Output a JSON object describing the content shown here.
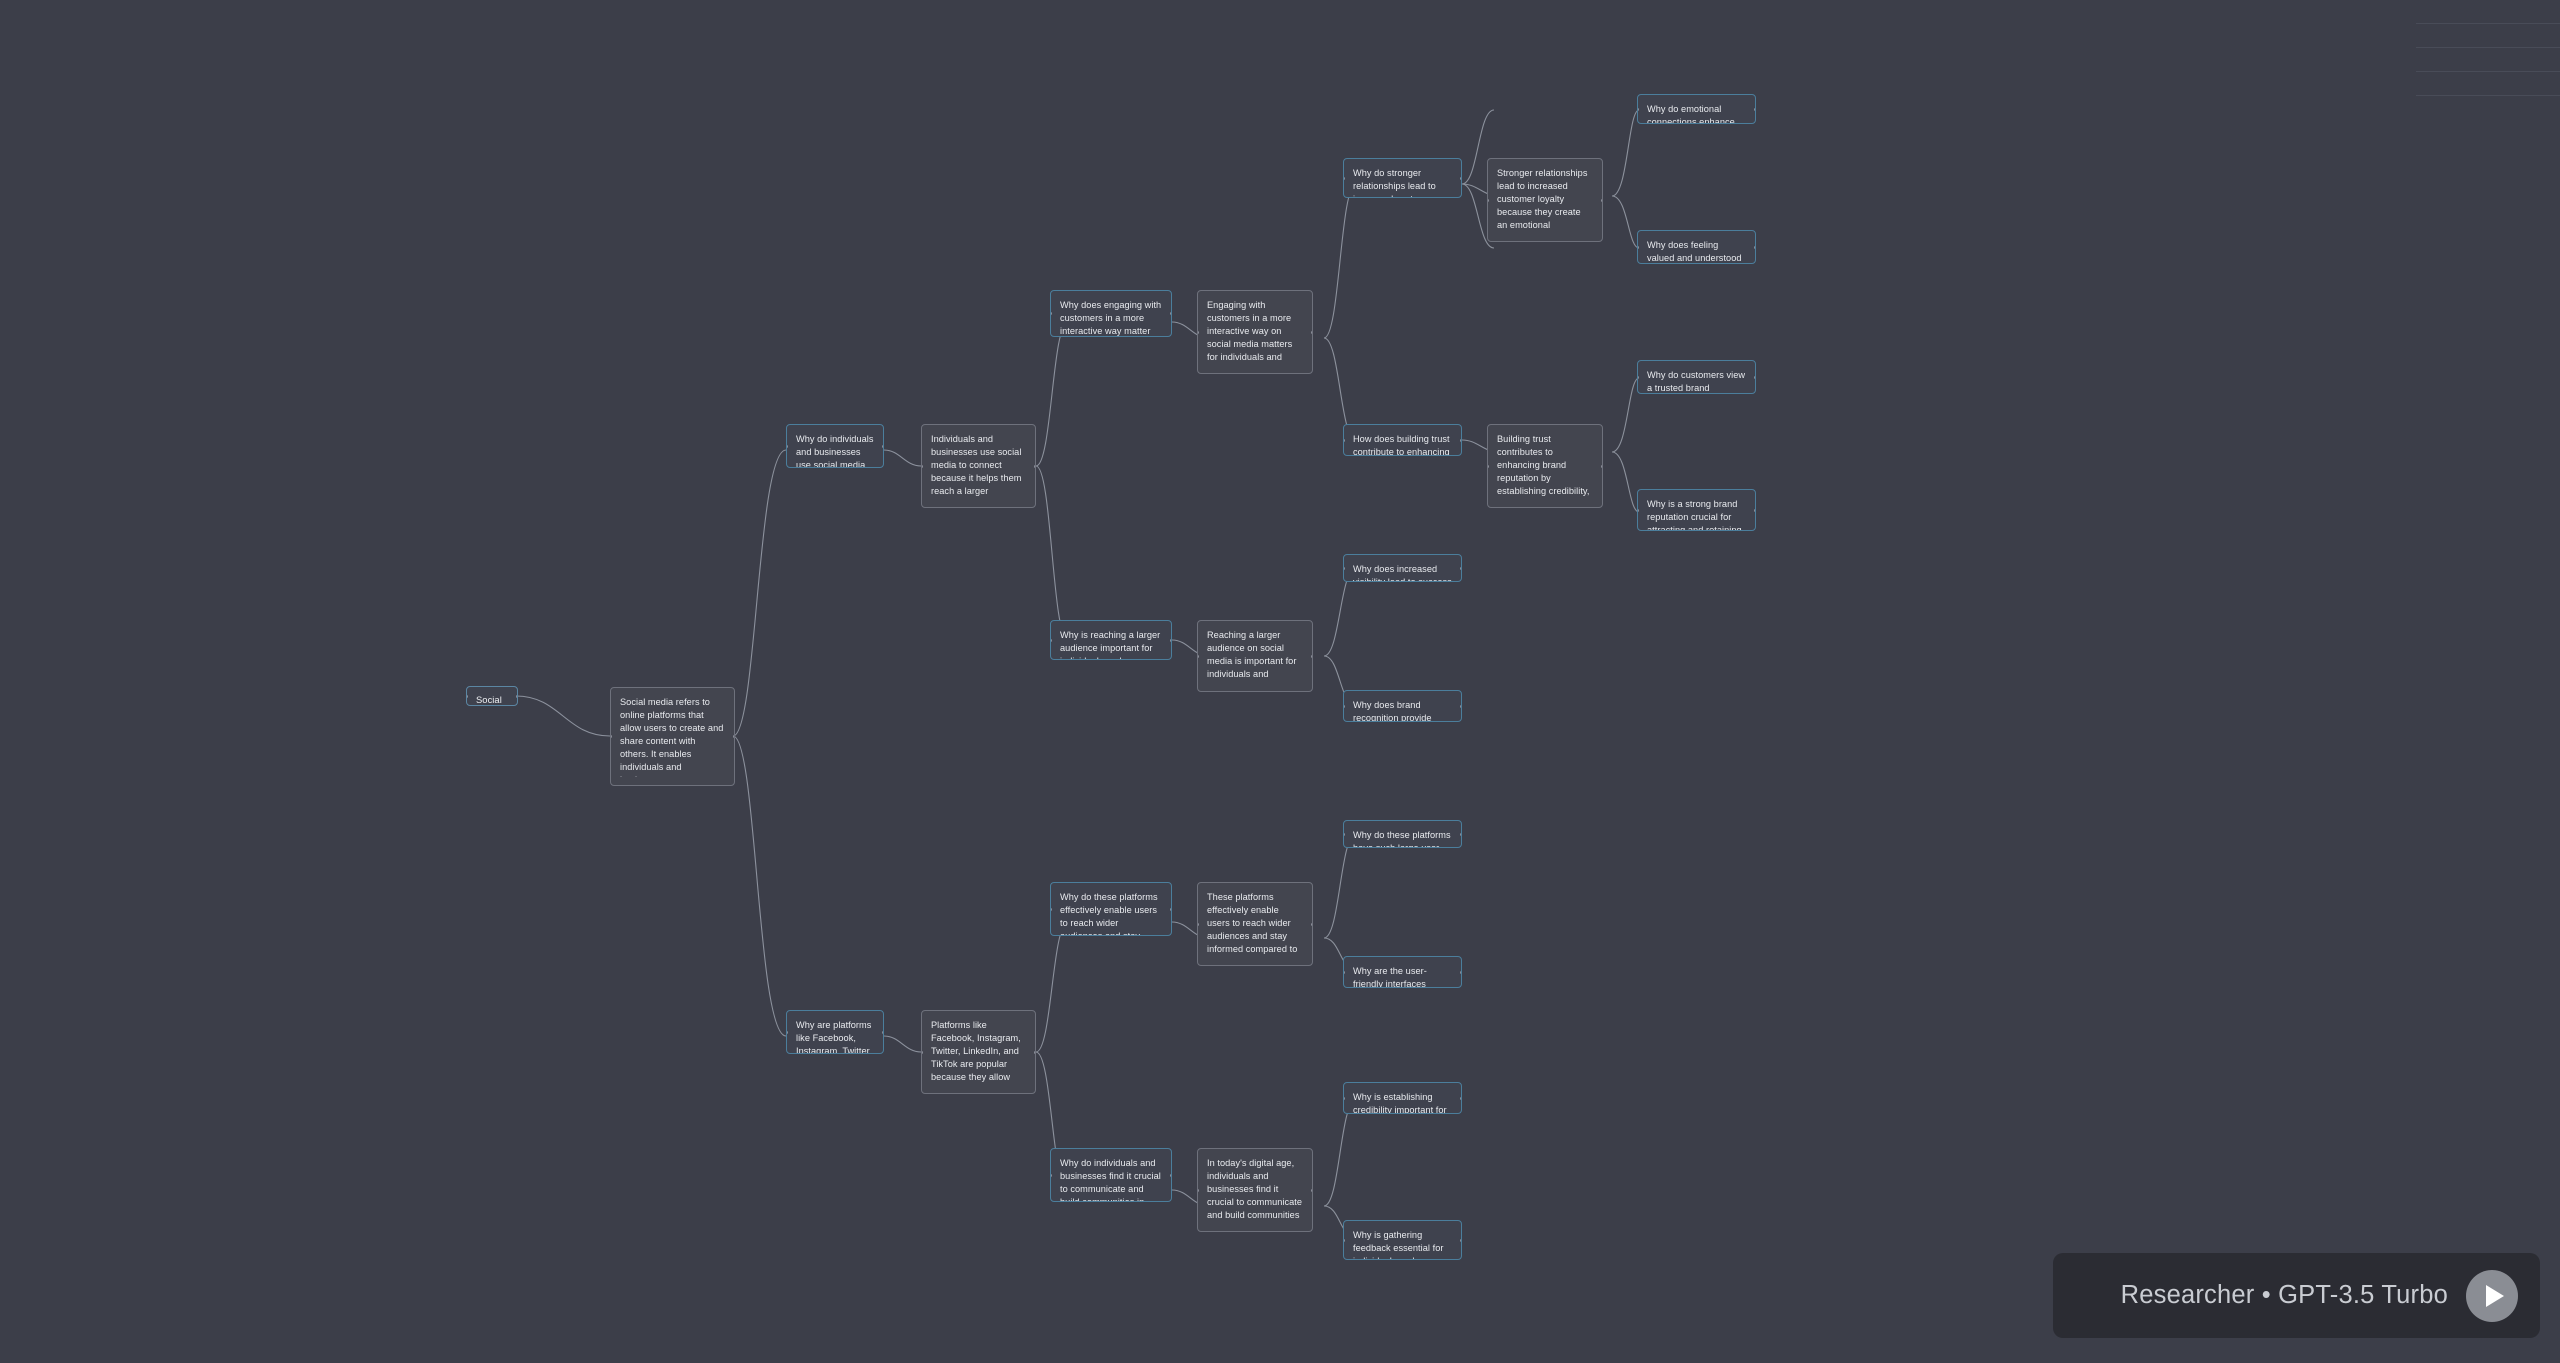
{
  "app": {
    "background_color": "#3c3e49",
    "question_border_color": "#4b7e9c",
    "answer_border_color": "#6e717c",
    "edge_color": "#9aa0ab"
  },
  "footer": {
    "label": "Researcher • GPT-3.5 Turbo",
    "play_icon": "play-icon"
  },
  "nodes": {
    "root": {
      "label": "Social Media"
    },
    "root_answer": {
      "text": "Social media refers to online platforms that allow users to create and share content with others. It enables individuals and businesses to connect, share information, and engage with a wider audience. Popular social media platforms include Facebook, Instagram, Twitter, LinkedIn, and TikTok."
    },
    "q1": {
      "text": "Why do individuals and businesses use social media to connect?"
    },
    "a1": {
      "text": "Individuals and businesses use social media to connect because it helps them reach a larger audience, build relationships, increase brand awareness, generate leads, drive traffic to websites, and engage with"
    },
    "q2": {
      "text": "Why are platforms like Facebook, Instagram, Twitter, LinkedIn, and TikTok popular?"
    },
    "a2": {
      "text": "Platforms like Facebook, Instagram, Twitter, LinkedIn, and TikTok are popular because they allow users to connect, share content, express themselves, reach a wider audience, network, stay informed, and engage with"
    },
    "q1a": {
      "text": "Why does engaging with customers in a more interactive way matter for individuals and businesses on social media?"
    },
    "a1a": {
      "text": "Engaging with customers in a more interactive way on social media matters for individuals and businesses because it fosters stronger relationships, increases customer loyalty, provides valuable feedback, builds trust,"
    },
    "q1b": {
      "text": "Why is reaching a larger audience important for individuals and businesses on social media?"
    },
    "a1b": {
      "text": "Reaching a larger audience on social media is important for individuals and businesses because it can lead to increased visibility, brand recognition, and opportunities for and success."
    },
    "q2a": {
      "text": "Why do these platforms effectively enable users to reach wider audiences and stay informed compared to other means?"
    },
    "a2a": {
      "text": "These platforms effectively enable users to reach wider audiences and stay informed compared to other means because of their large user bases, user-friendly interfaces, real-time updates, algorithmic content curation, and"
    },
    "q2b": {
      "text": "Why do individuals and businesses find it crucial to communicate and build communities in today's digital age?"
    },
    "a2b": {
      "text": "In today's digital age, individuals and businesses find it crucial to communicate and build communities to stay connected, reach potential customers, build brand awareness, establish credibility, gather feedback, foster"
    },
    "q1a1": {
      "text": "Why do stronger relationships lead to increased customer loyalty?"
    },
    "a1a1": {
      "text": "Stronger relationships lead to increased customer loyalty because they create an emotional connection, build trust, and make customers feel valued and understood. These factors enhance customer satisfaction"
    },
    "q1a2": {
      "text": "How does building trust contribute to enhancing brand reputation?"
    },
    "a1a2": {
      "text": "Building trust contributes to enhancing brand reputation by establishing credibility, reliability, and authenticity in the eyes of customers. When a brand is trusted, customers are more likely to view it positively, recommend it"
    },
    "leaf1": {
      "text": "Why do emotional connections enhance customer satisfaction?"
    },
    "leaf2": {
      "text": "Why does feeling valued and understood encourage repeat business?"
    },
    "leaf3": {
      "text": "Why do customers view a trusted brand positively and recommend it to others?"
    },
    "leaf4": {
      "text": "Why is a strong brand reputation crucial for attracting and retaining customers in a competitive market?"
    },
    "leaf5": {
      "text": "Why does increased visibility lead to success on social media?"
    },
    "leaf6": {
      "text": "Why does brand recognition provide opportunities on social media?"
    },
    "leaf7": {
      "text": "Why do these platforms have such large user bases?"
    },
    "leaf8": {
      "text": "Why are the user-friendly interfaces crucial for reaching wider audiences?"
    },
    "leaf9": {
      "text": "Why is establishing credibility important for individuals and businesses in the digital age?"
    },
    "leaf10": {
      "text": "Why is gathering feedback essential for individuals and businesses in today's digital landscape?"
    }
  }
}
